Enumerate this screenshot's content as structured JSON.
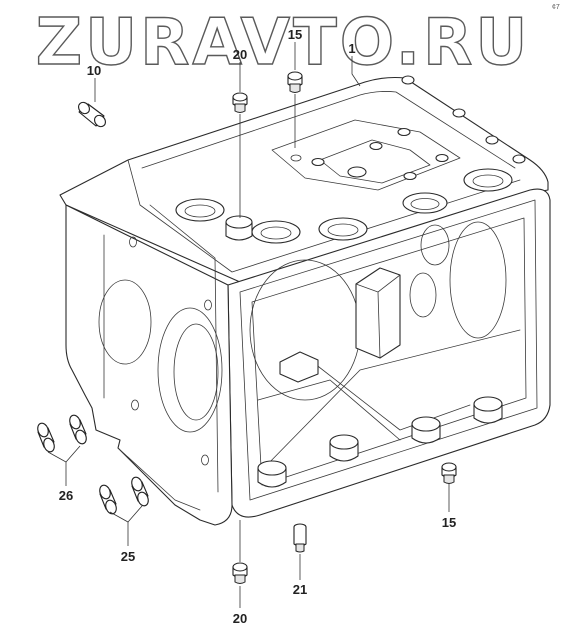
{
  "watermark": "ZURAVTO.RU",
  "corner_mark": "¢7",
  "callouts": {
    "c1": "1",
    "c10": "10",
    "c15_top": "15",
    "c15_right": "15",
    "c20_top": "20",
    "c20_bottom": "20",
    "c21": "21",
    "c25": "25",
    "c26": "26"
  }
}
